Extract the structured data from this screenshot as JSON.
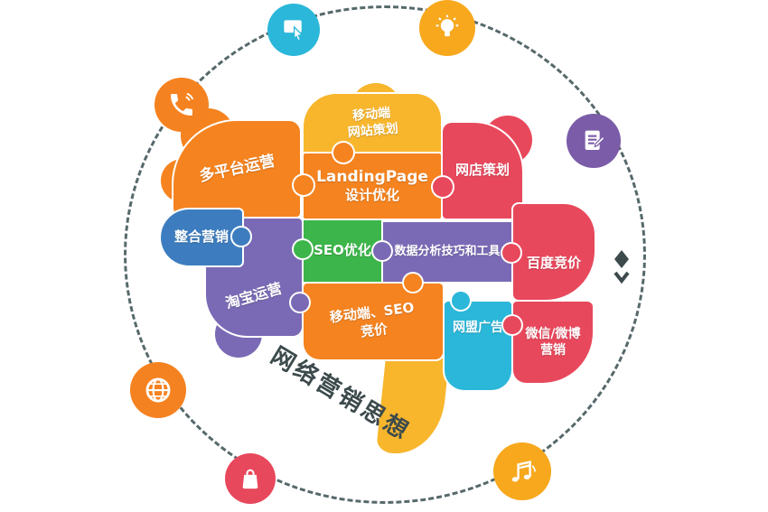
{
  "title": {
    "text": "网络营销思想",
    "color": "#3c4a4c"
  },
  "circle": {
    "style": "dashed",
    "color": "#56696b"
  },
  "brain": {
    "pieces": [
      {
        "name": "multi-platform-ops",
        "lines": [
          "多平台运营"
        ],
        "color": "#f5831f"
      },
      {
        "name": "mobile-site-planning",
        "lines": [
          "移动端",
          "网站策划"
        ],
        "color": "#f8b62d"
      },
      {
        "name": "landing-page-design",
        "lines": [
          "LandingPage",
          "设计优化"
        ],
        "color": "#f5831f"
      },
      {
        "name": "online-store-planning",
        "lines": [
          "网店策划"
        ],
        "color": "#e8485c"
      },
      {
        "name": "integrated-marketing",
        "lines": [
          "整合营销"
        ],
        "color": "#3d7dbf"
      },
      {
        "name": "taobao-ops",
        "lines": [
          "淘宝运营"
        ],
        "color": "#7a6ab5"
      },
      {
        "name": "seo-optimization",
        "lines": [
          "SEO优化"
        ],
        "color": "#3cb54a"
      },
      {
        "name": "data-analysis-tools",
        "lines": [
          "数据分析技巧和工具"
        ],
        "color": "#7a6ab5"
      },
      {
        "name": "baidu-bidding",
        "lines": [
          "百度竞价"
        ],
        "color": "#e8485c"
      },
      {
        "name": "mobile-seo-bidding",
        "lines": [
          "移动端、SEO",
          "竞价"
        ],
        "color": "#f5831f"
      },
      {
        "name": "ad-network",
        "lines": [
          "网盟广告"
        ],
        "color": "#2bb7d9"
      },
      {
        "name": "wechat-weibo-marketing",
        "lines": [
          "微信/微博",
          "营销"
        ],
        "color": "#e8485c"
      }
    ]
  },
  "icons": [
    {
      "name": "click-icon",
      "color": "#2bb7d9"
    },
    {
      "name": "lightbulb-icon",
      "color": "#f7a81d"
    },
    {
      "name": "phone-icon",
      "color": "#f58220"
    },
    {
      "name": "document-icon",
      "color": "#7b5ca8"
    },
    {
      "name": "marker-icon",
      "color": "#3c4a4c"
    },
    {
      "name": "globe-icon",
      "color": "#f58220"
    },
    {
      "name": "shopping-bag-icon",
      "color": "#e8485c"
    },
    {
      "name": "music-icon",
      "color": "#f7a81d"
    }
  ]
}
